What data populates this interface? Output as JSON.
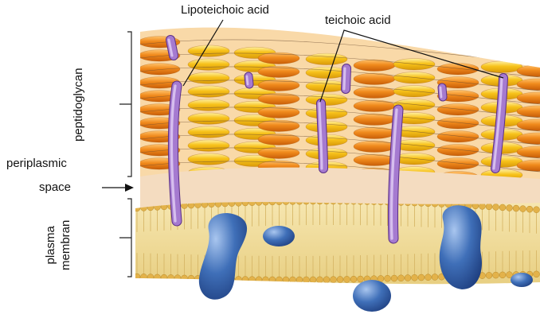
{
  "labels": {
    "lipoteichoic_acid": "Lipoteichoic acid",
    "teichoic_acid": "teichoic acid",
    "peptidoglycan": "peptidoglycan",
    "periplasmic_line1": "periplasmic",
    "periplasmic_line2": "space",
    "plasma_line1": "plasma",
    "plasma_line2": "membran"
  },
  "colors": {
    "peptidoglycan_orange": "#f08a1c",
    "peptidoglycan_yellow": "#f7c21a",
    "periplasm": "#f4dcc0",
    "lipid_head": "#e3b24a",
    "membrane_core": "#f3e3a6",
    "protein_blue": "#3f6fb8",
    "teichoic_purple": "#9a6cc4"
  }
}
